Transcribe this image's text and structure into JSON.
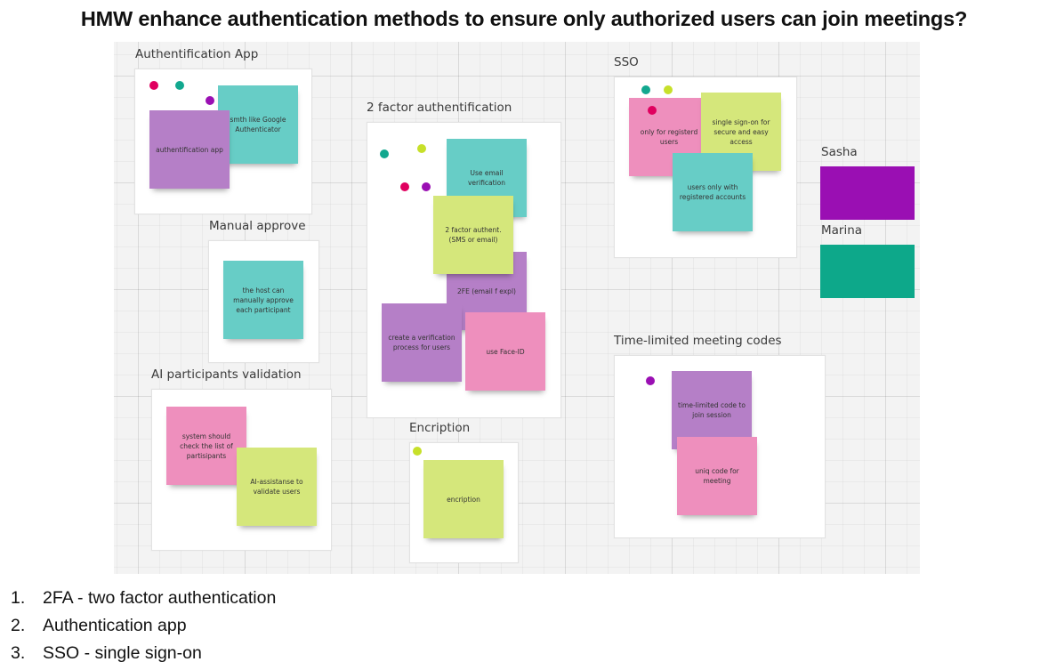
{
  "title": "HMW enhance authentication methods to ensure only authorized users can join meetings?",
  "frames": {
    "auth_app": "Authentification App",
    "two_factor": "2 factor authentification",
    "sso": "SSO",
    "manual": "Manual approve",
    "ai": "AI participants validation",
    "encription": "Encription",
    "time_limited": "Time-limited meeting codes"
  },
  "stickies": {
    "auth_google": "smth like Google Authenticator",
    "auth_app": "authentification app",
    "email_verif": "Use email verification",
    "sms_email": "2 factor authent. (SMS or email)",
    "tfe": "2FE (email f expl)",
    "create_verif": "create a verification process for users",
    "face_id": "use Face-ID",
    "only_registered": "only for registerd users",
    "single_signon": "single sign-on for secure and easy access",
    "users_registered": "users only with registered accounts",
    "host_approve": "the host can manually approve each participant",
    "system_check": "system should check the list of partisipants",
    "ai_assist": "AI-assistanse to validate users",
    "encription": "encription",
    "time_code": "time-limited code to join session",
    "uniq_code": "uniq code for meeting"
  },
  "legend": {
    "sasha": "Sasha",
    "marina": "Marina",
    "sasha_color": "#9a0fb3",
    "marina_color": "#0da88a"
  },
  "colors": {
    "purple_sticky": "#b57fc7",
    "teal_sticky": "#67cdc6",
    "lime_sticky": "#d5e77b",
    "pink_sticky": "#ee8fbd"
  },
  "list": [
    {
      "num": "1.",
      "text": "2FA - two factor authentication"
    },
    {
      "num": "2.",
      "text": "Authentication app"
    },
    {
      "num": "3.",
      "text": "SSO - single sign-on"
    }
  ]
}
